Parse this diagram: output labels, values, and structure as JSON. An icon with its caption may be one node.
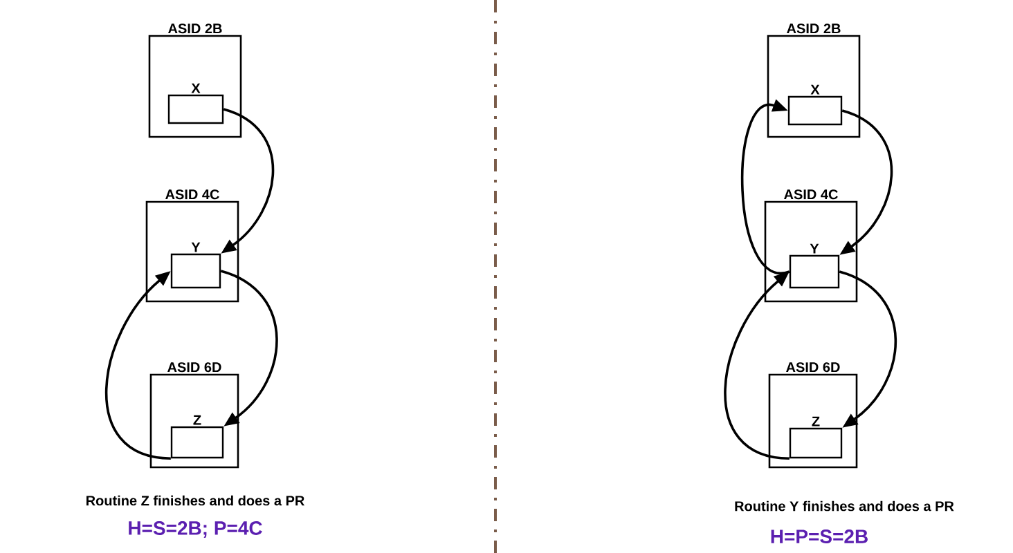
{
  "diagram": {
    "nodes": [
      {
        "text": [
          "ASID 2B"
        ]
      },
      {
        "text": [
          "X"
        ],
        "in": 0
      },
      {
        "text": [
          "ASID 4C"
        ]
      },
      {
        "text": [
          "Y"
        ],
        "in": 2
      },
      {
        "text": [
          "ASID 6D"
        ]
      },
      {
        "text": [
          "Z"
        ],
        "in": 4
      },
      {
        "text": [
          "ASID 2B"
        ]
      },
      {
        "text": [
          "X"
        ],
        "in": 6
      },
      {
        "text": [
          "ASID 4C"
        ]
      },
      {
        "text": [
          "Y"
        ],
        "in": 8
      },
      {
        "text": [
          "ASID 6D"
        ]
      },
      {
        "text": [
          "Z"
        ],
        "in": 10
      }
    ],
    "edges": [
      {
        "from": 1,
        "to": 3,
        "arrow": "to"
      },
      {
        "from": 3,
        "to": 5,
        "arrow": "to"
      },
      {
        "from": 5,
        "to": 3,
        "arrow": "to"
      },
      {
        "from": 7,
        "to": 9,
        "arrow": "to"
      },
      {
        "from": 9,
        "to": 7,
        "arrow": "to"
      },
      {
        "from": 9,
        "to": 11,
        "arrow": "to"
      },
      {
        "from": 11,
        "to": 9,
        "arrow": "to"
      }
    ],
    "labels": [
      "Routine Z finishes and does a PR",
      "H=S=2B; P=4C",
      "Routine Y finishes and does a PR",
      "H=P=S=2B"
    ]
  }
}
